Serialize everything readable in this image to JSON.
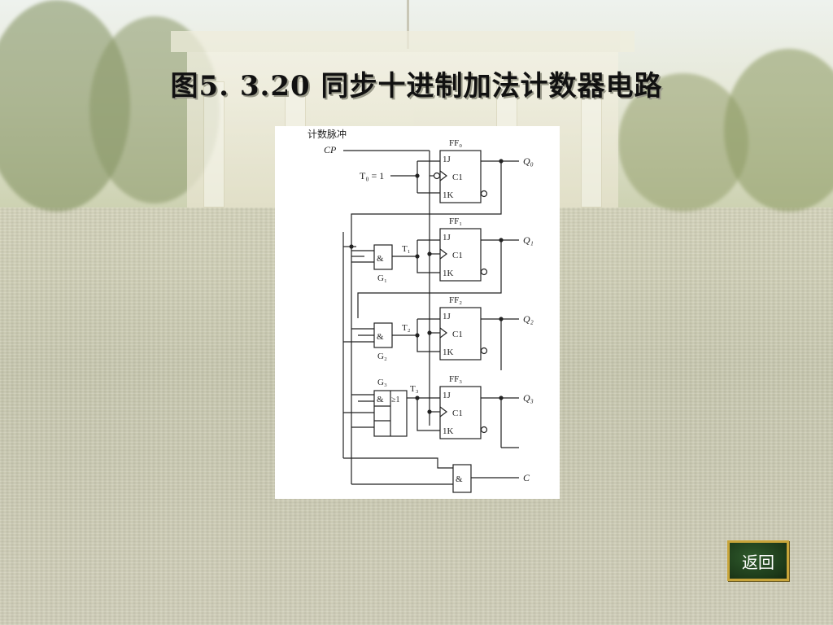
{
  "title": "图5. 3.20    同步十进制加法计数器电路",
  "back_button": {
    "label": "返回"
  },
  "diagram": {
    "input_label": "计数脉冲",
    "cp_label": "CP",
    "t0_label": "T₀ = 1",
    "flip_flops": [
      {
        "name": "FF₀",
        "j": "1J",
        "c": "C1",
        "k": "1K",
        "output": "Q₀"
      },
      {
        "name": "FF₁",
        "j": "1J",
        "c": "C1",
        "k": "1K",
        "output": "Q₁"
      },
      {
        "name": "FF₂",
        "j": "1J",
        "c": "C1",
        "k": "1K",
        "output": "Q₂"
      },
      {
        "name": "FF₃",
        "j": "1J",
        "c": "C1",
        "k": "1K",
        "output": "Q₃"
      }
    ],
    "gates": [
      {
        "name": "G₁",
        "symbol": "&"
      },
      {
        "name": "G₂",
        "symbol": "&"
      },
      {
        "name": "G₃",
        "symbol": "&",
        "or_symbol": "≥1"
      }
    ],
    "t_labels": [
      "T₁",
      "T₂",
      "T₃"
    ],
    "carry_gate_symbol": "&",
    "carry_label": "C"
  }
}
